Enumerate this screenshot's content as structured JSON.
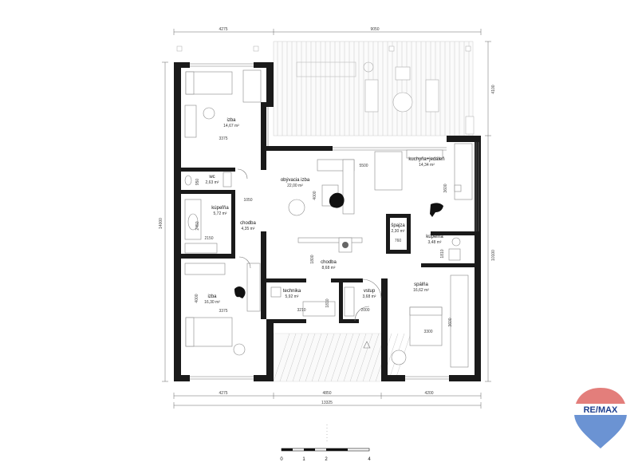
{
  "rooms": {
    "izba_top": {
      "name": "izba",
      "area": "14,67 m²"
    },
    "wc": {
      "name": "wc",
      "area": "2,63 m²"
    },
    "kupelna_left": {
      "name": "kúpeľňa",
      "area": "5,72 m²"
    },
    "chodba_left": {
      "name": "chodba",
      "area": "4,35 m²"
    },
    "izba_bottom": {
      "name": "izba",
      "area": "16,30 m²"
    },
    "obyvacia": {
      "name": "obývacia izba",
      "area": "22,00 m²"
    },
    "kuchyna": {
      "name": "kuchyňa+jedáleň",
      "area": "14,34 m²"
    },
    "spajza": {
      "name": "špajza",
      "area": "2,30 m²"
    },
    "kupelna_right": {
      "name": "kúpeľňa",
      "area": "3,48 m²"
    },
    "chodba_center": {
      "name": "chodba",
      "area": "8,68 m²"
    },
    "technika": {
      "name": "technika",
      "area": "5,92 m²"
    },
    "vstup": {
      "name": "vstup",
      "area": "3,68 m²"
    },
    "spalna": {
      "name": "spálňa",
      "area": "16,62 m²"
    }
  },
  "dimensions": {
    "top_left": "4275",
    "top_right": "9050",
    "bottom_left": "4275",
    "bottom_mid": "4850",
    "bottom_right": "4200",
    "bottom_total": "13325",
    "left_total": "14000",
    "right_top": "4100",
    "right_bottom": "10100",
    "izba_top_w": "3375",
    "izba_bottom_w": "3375",
    "izba_bottom_h": "4000",
    "wc_h": "950",
    "kupelna_h": "2450",
    "kupelna_w": "2150",
    "corr_w": "1050",
    "obyv_w": "5500",
    "obyv_h": "4000",
    "kuch_h": "3600",
    "spajza_w": "760",
    "kup_r_h": "1810",
    "chodba_h": "1800",
    "tech_w": "3210",
    "tech_h": "1810",
    "vstup_w": "2000",
    "spalna_w": "3300",
    "spalna_h": "3600"
  },
  "scale": {
    "labels": [
      "0",
      "1",
      "2",
      "4"
    ]
  },
  "logo": {
    "text": "RE/MAX"
  },
  "colors": {
    "logo_red": "#d32f2f",
    "logo_blue": "#1e3f8f",
    "wall": "#1a1a1a"
  }
}
